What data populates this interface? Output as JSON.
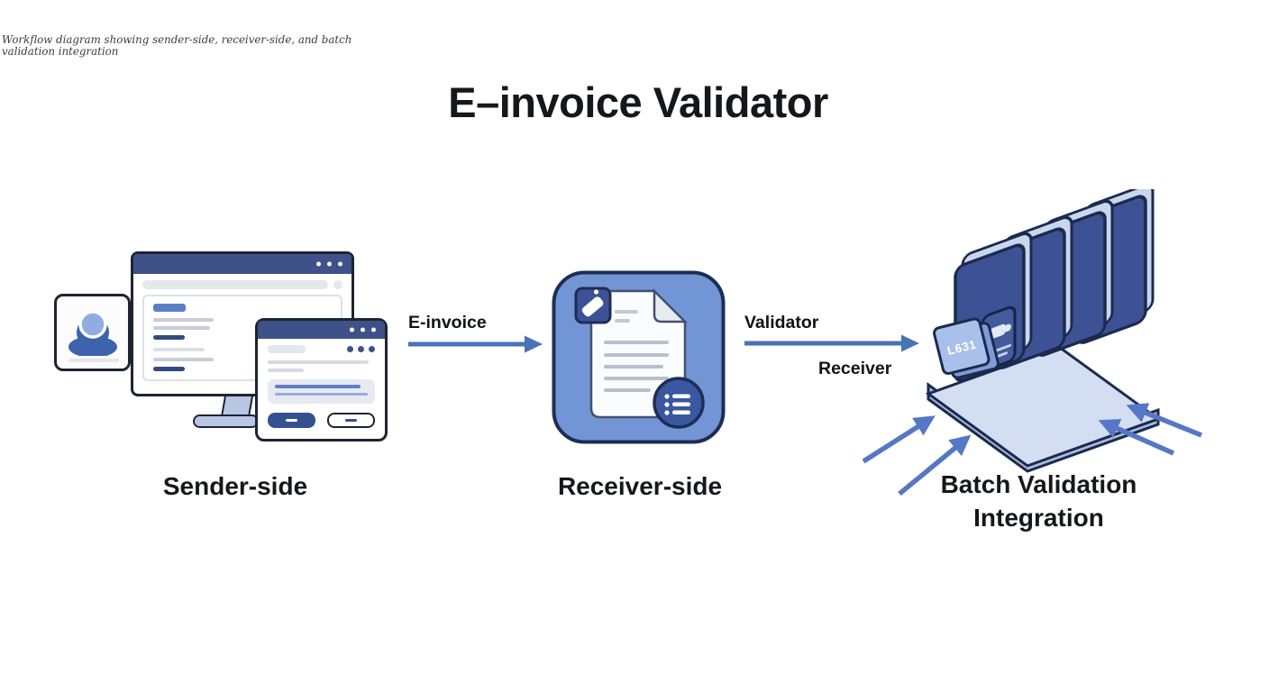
{
  "caption": "Workflow diagram showing sender-side, receiver-side, and batch validation integration",
  "title": "E–invoice Validator",
  "sender": {
    "label": "Sender-side"
  },
  "receiver": {
    "label": "Receiver-side"
  },
  "batch": {
    "label_line1": "Batch Validation",
    "label_line2": "Integration",
    "chip_text": "L631"
  },
  "flows": {
    "e_invoice": {
      "label": "E-invoice"
    },
    "validator": {
      "label_top": "Validator",
      "label_bottom": "Receiver"
    }
  },
  "icons": {
    "user_avatar": "person-bust",
    "window_dots": "three-dots",
    "document": "paper-with-folded-corner",
    "stamp_badge": "validation-stamp",
    "list_badge": "bullet-list",
    "chip": "labeled-module",
    "arrow": "right-arrow"
  },
  "colors": {
    "navy_bar": "#3e5289",
    "outline_dark": "#1e2430",
    "receiver_blue": "#7295d5",
    "panel_navy": "#3c5294",
    "panel_edge": "#c9d6ee",
    "platform_light": "#d4def2",
    "arrow_blue": "#4a72b8",
    "incoming_arrow_blue": "#5577c5",
    "text_dark": "#15171c"
  }
}
